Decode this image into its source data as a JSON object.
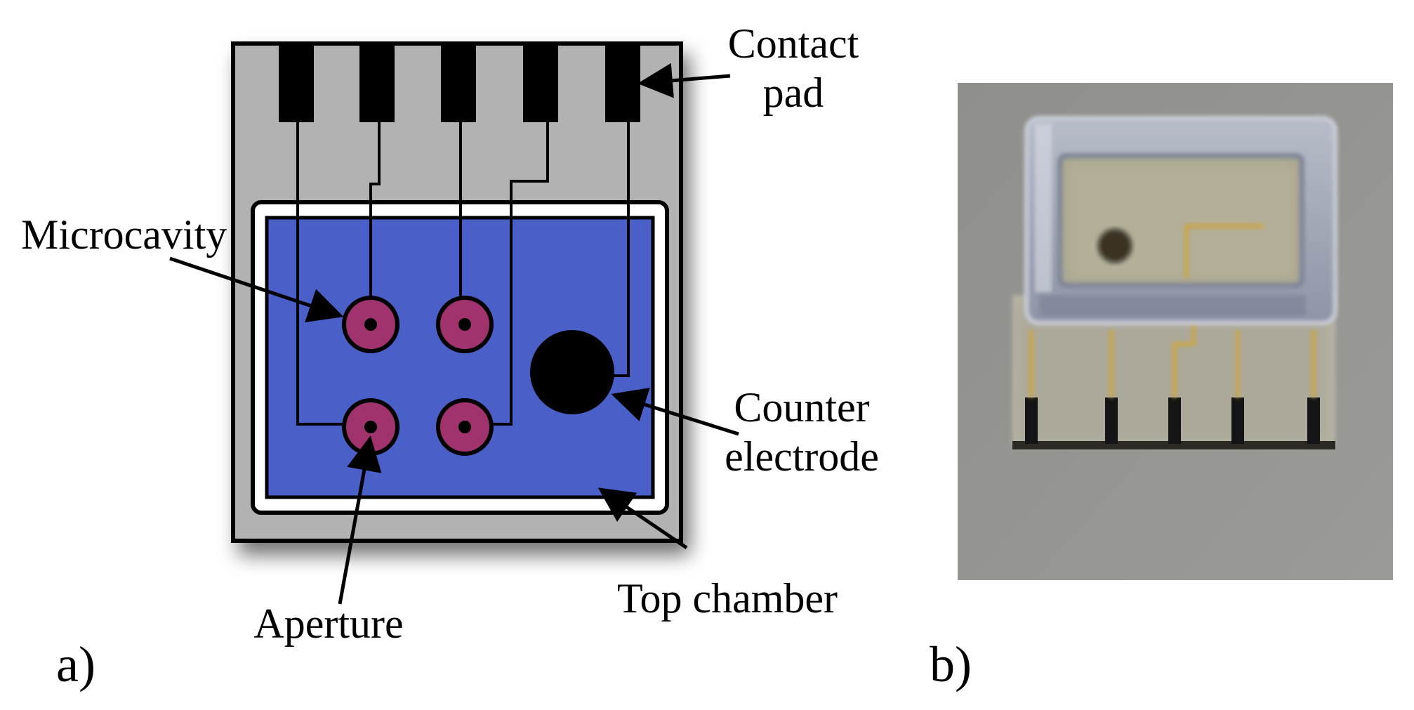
{
  "labels": {
    "contact_pad_line1": "Contact",
    "contact_pad_line2": "pad",
    "microcavity": "Microcavity",
    "counter_electrode_line1": "Counter",
    "counter_electrode_line2": "electrode",
    "top_chamber": "Top chamber",
    "aperture": "Aperture",
    "panel_a": "a)",
    "panel_b": "b)"
  },
  "colors": {
    "substrate": "#b2b2b2",
    "chamber_fill": "#4a5fc8",
    "microcavity_fill": "#a0326e",
    "outline": "#000000",
    "photo_background": "#8d8d89"
  }
}
